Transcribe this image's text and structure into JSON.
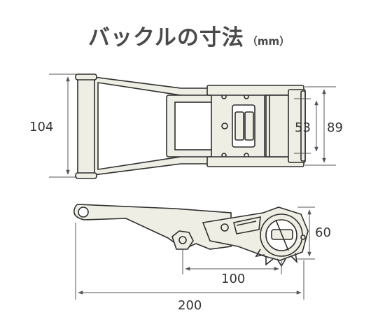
{
  "title": {
    "main": "バックルの寸法",
    "unit": "（mm）"
  },
  "dimensions": {
    "top_height_total": "104",
    "top_height_roller": "89",
    "top_height_inner": "53",
    "side_height": "60",
    "side_handle_length": "100",
    "total_length": "200"
  },
  "colors": {
    "body_fill": "#efeee4",
    "outline": "#2e2e2e",
    "dim_line": "#555555"
  }
}
